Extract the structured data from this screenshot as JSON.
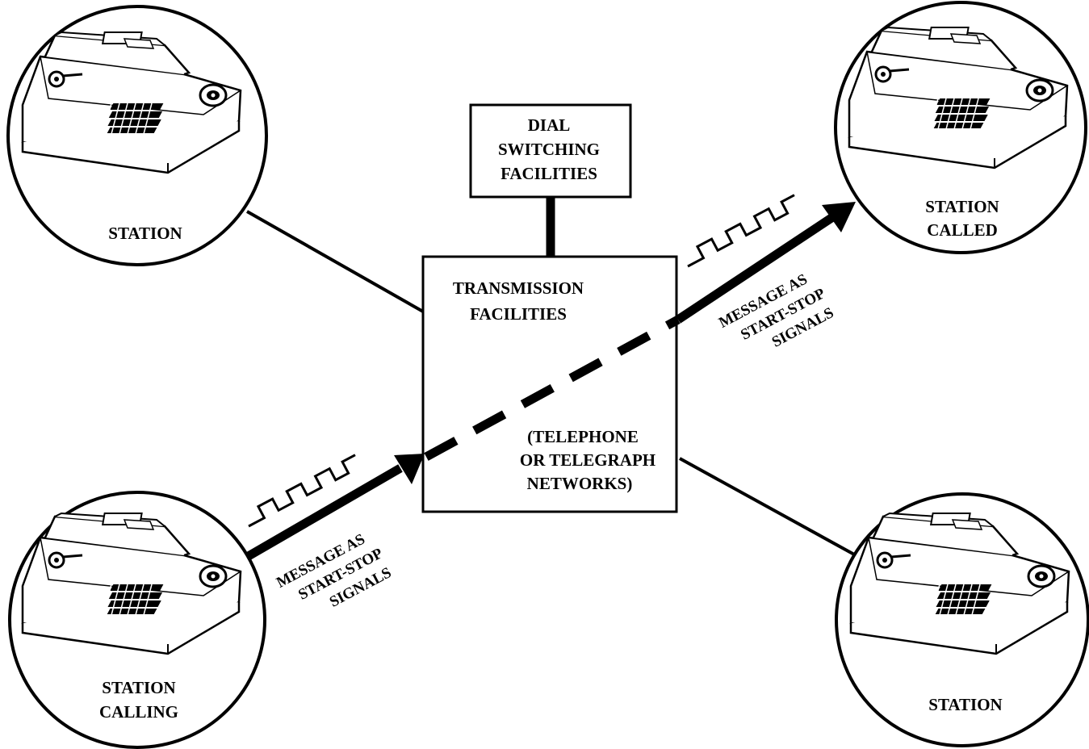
{
  "stations": {
    "top_left": {
      "lines": [
        "STATION"
      ]
    },
    "top_right": {
      "lines": [
        "STATION",
        "CALLED"
      ]
    },
    "bottom_left": {
      "lines": [
        "STATION",
        "CALLING"
      ]
    },
    "bottom_right": {
      "lines": [
        "STATION"
      ]
    }
  },
  "dial_switching": {
    "lines": [
      "DIAL",
      "SWITCHING",
      "FACILITIES"
    ]
  },
  "transmission": {
    "title_lines": [
      "TRANSMISSION",
      "FACILITIES"
    ],
    "network_lines": [
      "(TELEPHONE",
      "OR TELEGRAPH",
      "NETWORKS)"
    ]
  },
  "message_in": {
    "lines": [
      "MESSAGE AS",
      "START-STOP",
      "SIGNALS"
    ]
  },
  "message_out": {
    "lines": [
      "MESSAGE AS",
      "START-STOP",
      "SIGNALS"
    ]
  },
  "icons": [
    "teleprinter-icon",
    "square-wave-icon",
    "arrow-head-icon"
  ]
}
